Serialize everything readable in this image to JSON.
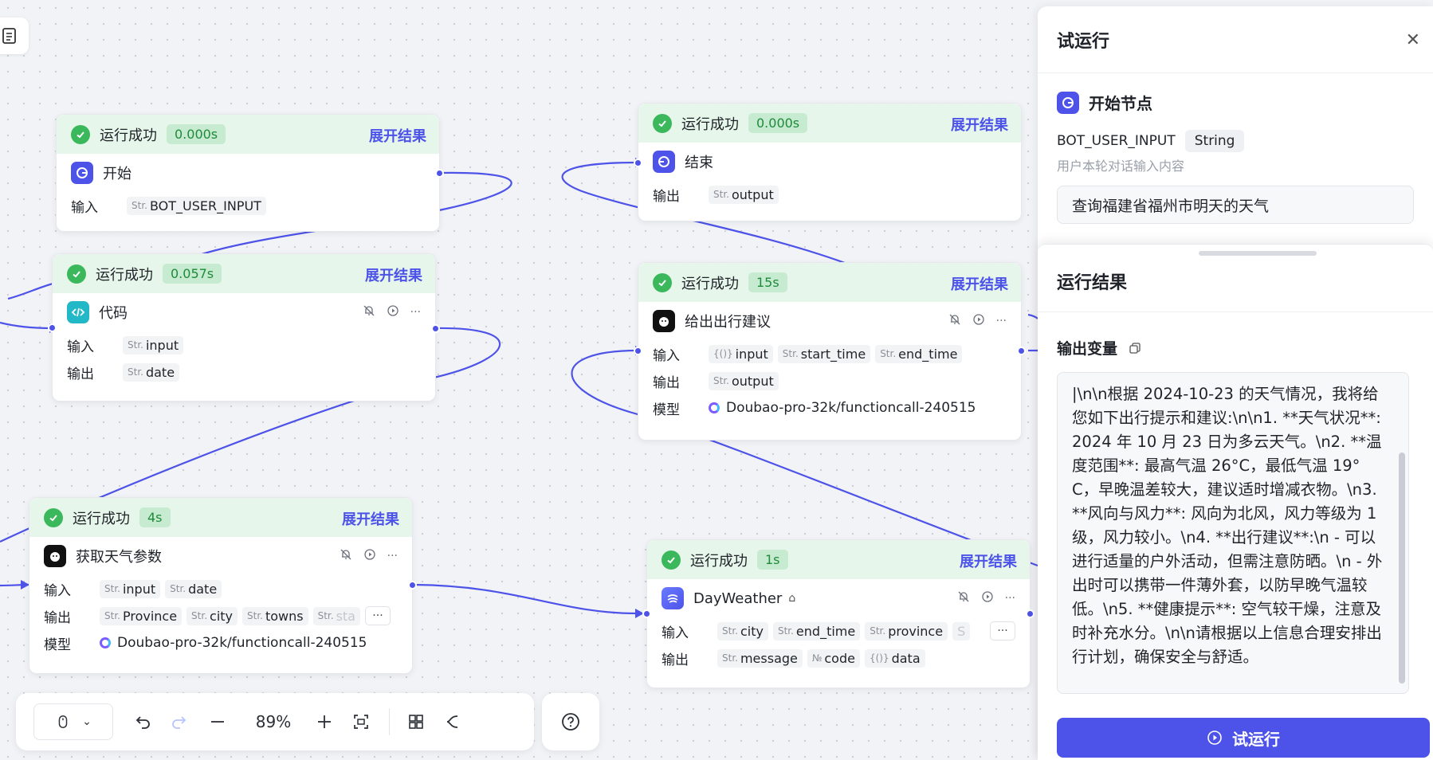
{
  "canvas": {
    "colors": {
      "accent": "#4d53e8",
      "success": "#3bb85c",
      "success_bg": "#e6f6ea"
    },
    "nodes": {
      "start": {
        "status": "运行成功",
        "time": "0.000s",
        "expand": "展开结果",
        "title": "开始",
        "input_label": "输入",
        "inputs": [
          "BOT_USER_INPUT"
        ],
        "icon": "start-node-icon"
      },
      "code": {
        "status": "运行成功",
        "time": "0.057s",
        "expand": "展开结果",
        "title": "代码",
        "input_label": "输入",
        "inputs": [
          "input"
        ],
        "output_label": "输出",
        "outputs": [
          "date"
        ],
        "icon": "code-icon"
      },
      "weather_params": {
        "status": "运行成功",
        "time": "4s",
        "expand": "展开结果",
        "title": "获取天气参数",
        "input_label": "输入",
        "inputs": [
          "input",
          "date"
        ],
        "output_label": "输出",
        "outputs": [
          "Province",
          "city",
          "towns",
          "sta"
        ],
        "model_label": "模型",
        "model": "Doubao-pro-32k/functioncall-240515",
        "icon": "llm-icon"
      },
      "end": {
        "status": "运行成功",
        "time": "0.000s",
        "expand": "展开结果",
        "title": "结束",
        "output_label": "输出",
        "outputs": [
          "output"
        ],
        "icon": "end-node-icon"
      },
      "advice": {
        "status": "运行成功",
        "time": "15s",
        "expand": "展开结果",
        "title": "给出出行建议",
        "input_label": "输入",
        "inputs": [
          "input",
          "start_time",
          "end_time"
        ],
        "output_label": "输出",
        "outputs": [
          "output"
        ],
        "model_label": "模型",
        "model": "Doubao-pro-32k/functioncall-240515",
        "icon": "llm-icon"
      },
      "dayweather": {
        "status": "运行成功",
        "time": "1s",
        "expand": "展开结果",
        "title": "DayWeather",
        "input_label": "输入",
        "inputs": [
          "city",
          "end_time",
          "province",
          "S"
        ],
        "output_label": "输出",
        "outputs": [
          "message",
          "code",
          "data"
        ],
        "icon": "plugin-icon"
      }
    },
    "tag_prefix": "Str.",
    "num_prefix": "№",
    "obj_prefix": "{()}",
    "more_label": "···"
  },
  "toolbar": {
    "zoom": "89%"
  },
  "panel": {
    "title": "试运行",
    "start_node": {
      "title": "开始节点",
      "var_name": "BOT_USER_INPUT",
      "var_type": "String",
      "var_desc": "用户本轮对话输入内容",
      "var_value": "查询福建省福州市明天的天气"
    },
    "result": {
      "title": "运行结果",
      "output_label": "输出变量",
      "text": "|\\n\\n根据 2024-10-23 的天气情况，我将给您如下出行提示和建议:\\n\\n1. **天气状况**: 2024 年 10 月 23 日为多云天气。\\n2. **温度范围**: 最高气温 26°C，最低气温 19°C，早晚温差较大，建议适时增减衣物。\\n3. **风向与风力**: 风向为北风，风力等级为 1 级，风力较小。\\n4. **出行建议**:\\n   - 可以进行适量的户外活动，但需注意防晒。\\n   - 外出时可以携带一件薄外套，以防早晚气温较低。\\n5. **健康提示**: 空气较干燥，注意及时补充水分。\\n\\n请根据以上信息合理安排出行计划，确保安全与舒适。"
    },
    "run_button": "试运行"
  }
}
